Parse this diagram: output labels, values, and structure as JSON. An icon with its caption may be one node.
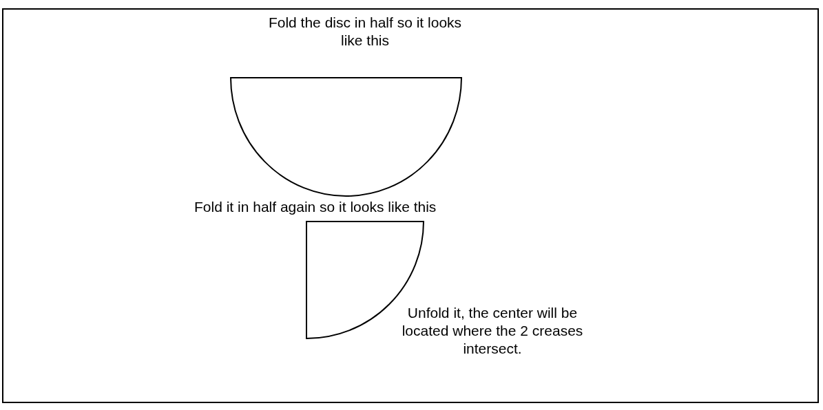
{
  "diagram": {
    "labels": [
      "Fold the disc in half so it looks like this",
      "Fold it in half again so it looks like this",
      "Unfold it, the center will be located where the 2 creases intersect."
    ]
  }
}
